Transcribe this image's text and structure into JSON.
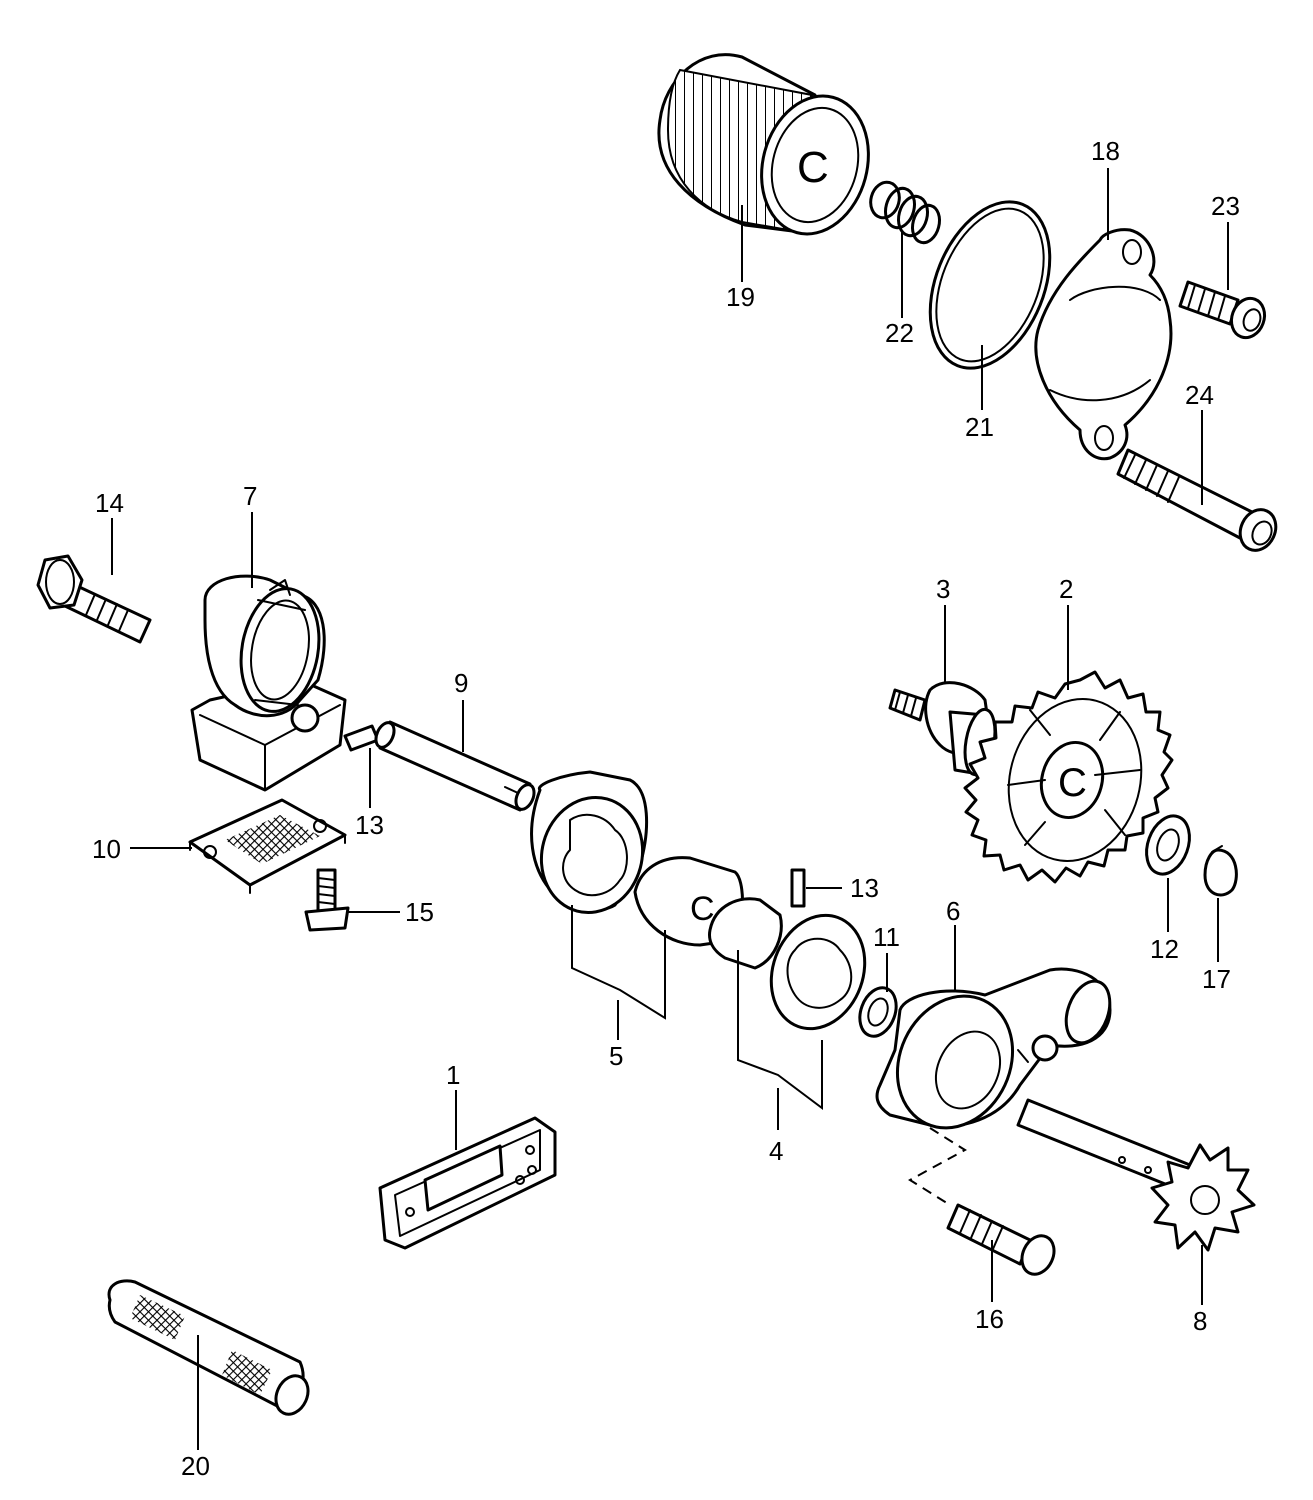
{
  "callouts": [
    {
      "id": "c1",
      "text": "1"
    },
    {
      "id": "c2",
      "text": "2"
    },
    {
      "id": "c3",
      "text": "3"
    },
    {
      "id": "c4",
      "text": "4"
    },
    {
      "id": "c5",
      "text": "5"
    },
    {
      "id": "c6",
      "text": "6"
    },
    {
      "id": "c7",
      "text": "7"
    },
    {
      "id": "c8",
      "text": "8"
    },
    {
      "id": "c9",
      "text": "9"
    },
    {
      "id": "c10",
      "text": "10"
    },
    {
      "id": "c11",
      "text": "11"
    },
    {
      "id": "c12",
      "text": "12"
    },
    {
      "id": "c13a",
      "text": "13"
    },
    {
      "id": "c13b",
      "text": "13"
    },
    {
      "id": "c14",
      "text": "14"
    },
    {
      "id": "c15",
      "text": "15"
    },
    {
      "id": "c16",
      "text": "16"
    },
    {
      "id": "c17",
      "text": "17"
    },
    {
      "id": "c18",
      "text": "18"
    },
    {
      "id": "c19",
      "text": "19"
    },
    {
      "id": "c20",
      "text": "20"
    },
    {
      "id": "c21",
      "text": "21"
    },
    {
      "id": "c22",
      "text": "22"
    },
    {
      "id": "c23",
      "text": "23"
    },
    {
      "id": "c24",
      "text": "24"
    }
  ],
  "filter_face_letter": "C",
  "gear_hub_letter": "C",
  "rotor_letter": "C"
}
